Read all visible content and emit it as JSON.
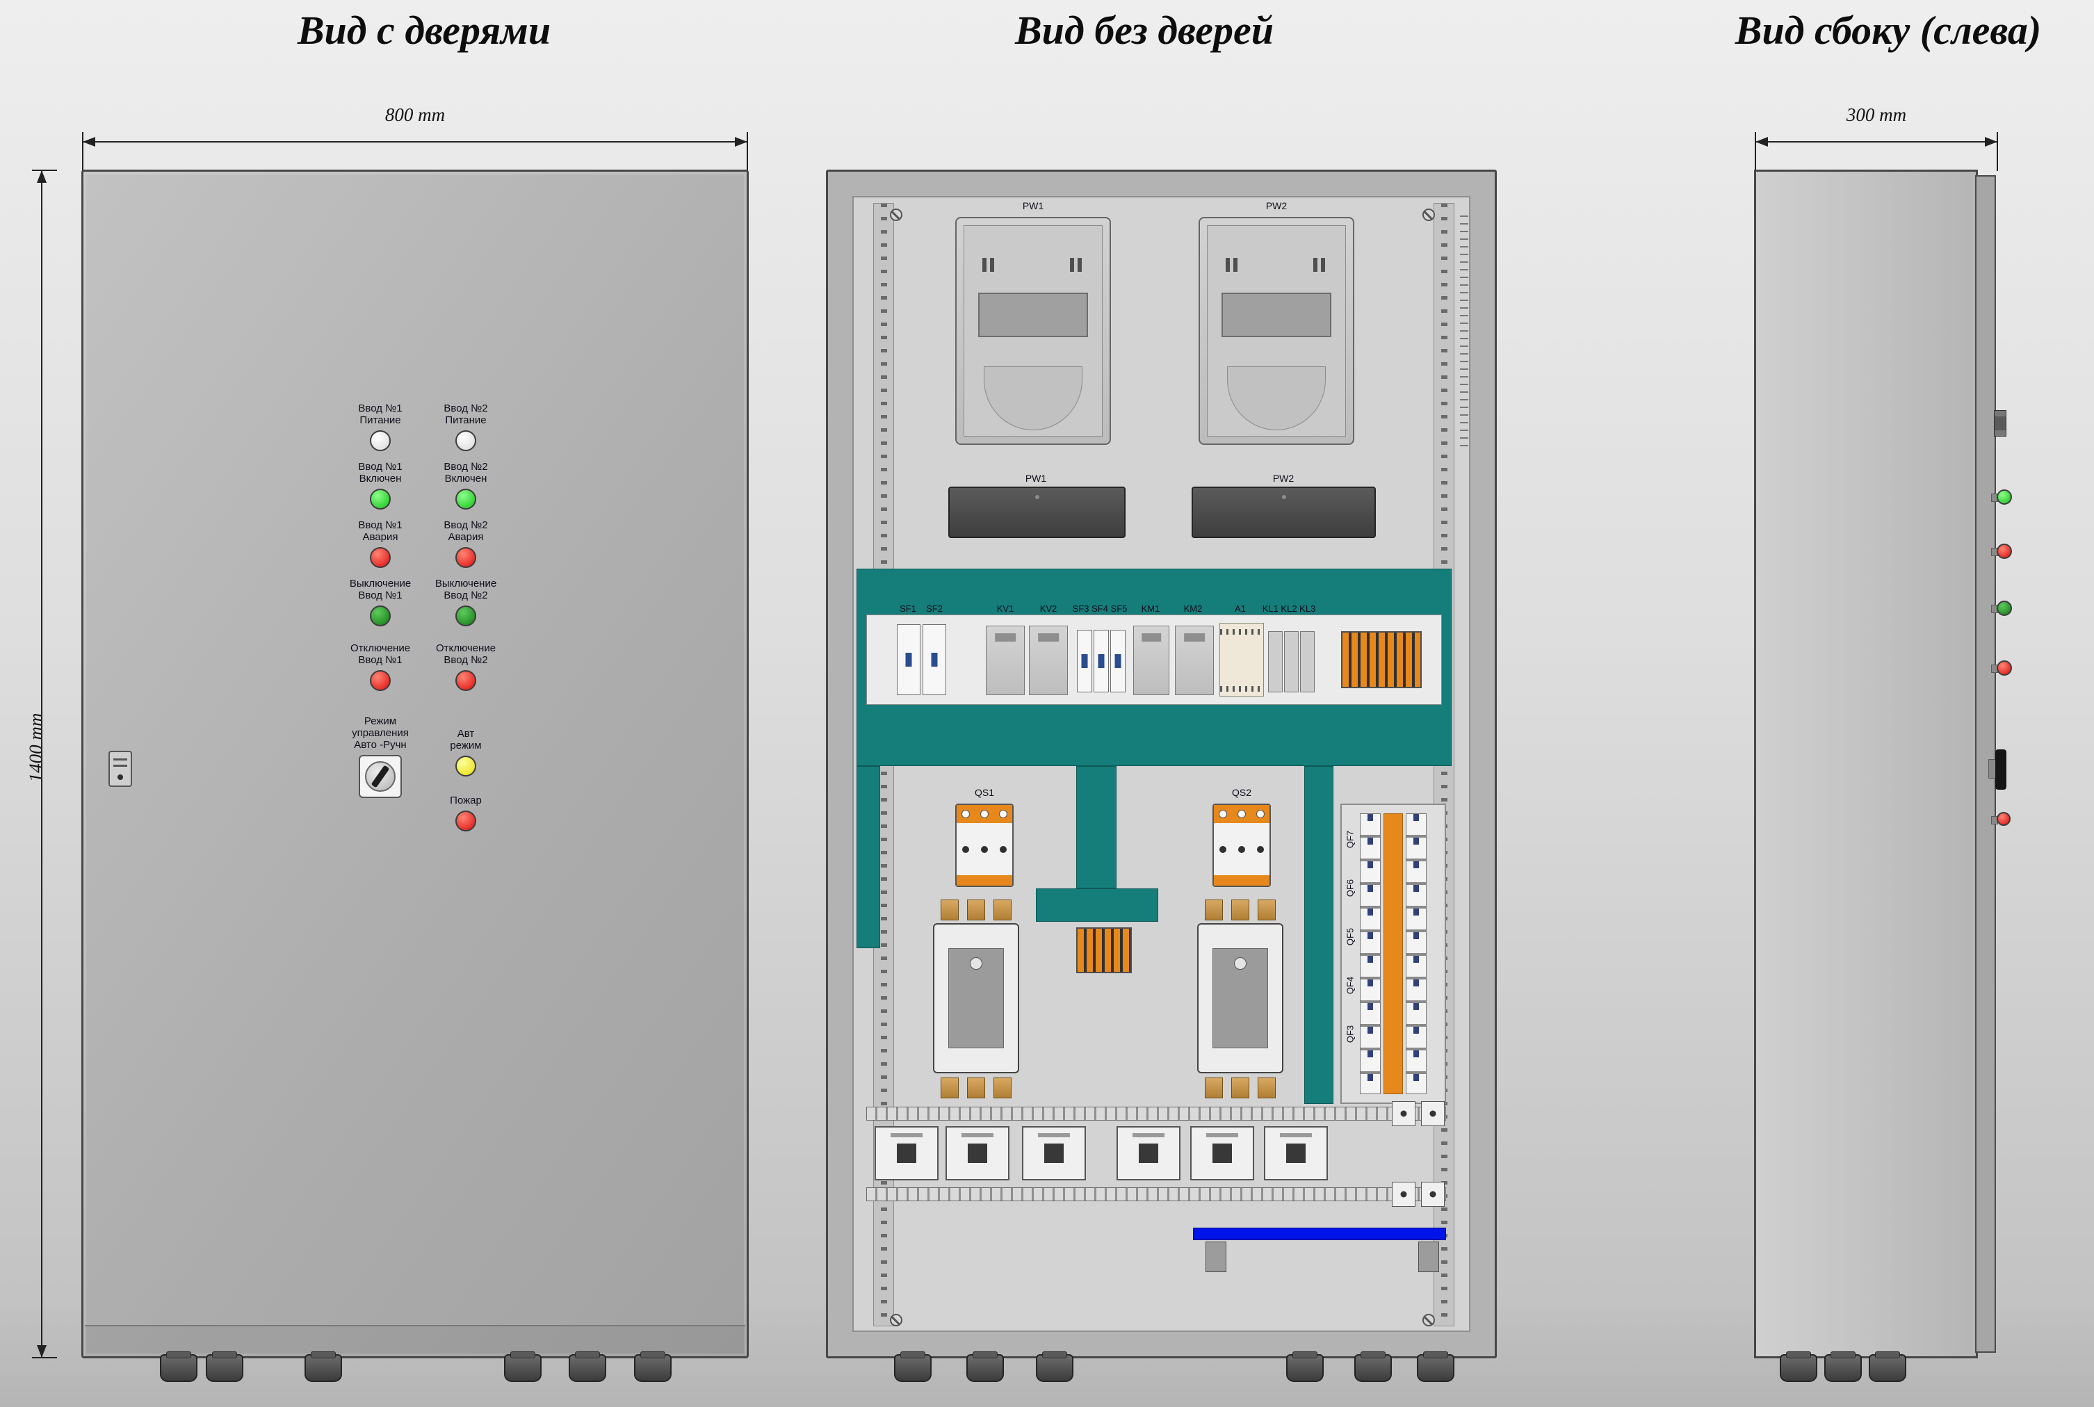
{
  "titles": {
    "door_view": "Вид с дверями",
    "internal_view": "Вид без дверей",
    "side_view": "Вид сбоку (слева)"
  },
  "dimensions": {
    "door_width": "800 mm",
    "door_height": "1400 mm",
    "side_width": "300 mm"
  },
  "door_panel": {
    "column1": [
      {
        "label": "Ввод №1\nПитание",
        "device": "lamp",
        "color": "#f5f5f5"
      },
      {
        "label": "Ввод №1\nВключен",
        "device": "lamp",
        "color": "#21c421"
      },
      {
        "label": "Ввод №1\nАвария",
        "device": "lamp",
        "color": "#e01010"
      },
      {
        "label": "Выключение\nВвод №1",
        "device": "button",
        "color": "#188018"
      },
      {
        "label": "Отключение\nВвод №1",
        "device": "button",
        "color": "#e01010"
      },
      {
        "label": "Режим\nуправления\nАвто -Ручн",
        "device": "selector-switch"
      }
    ],
    "column2": [
      {
        "label": "Ввод №2\nПитание",
        "device": "lamp",
        "color": "#f5f5f5"
      },
      {
        "label": "Ввод №2\nВключен",
        "device": "lamp",
        "color": "#21c421"
      },
      {
        "label": "Ввод №2\nАвария",
        "device": "lamp",
        "color": "#e01010"
      },
      {
        "label": "Выключение\nВвод №2",
        "device": "button",
        "color": "#188018"
      },
      {
        "label": "Отключение\nВвод №2",
        "device": "button",
        "color": "#e01010"
      },
      {
        "label": "Авт\nрежим",
        "device": "lamp",
        "color": "#f0e80c"
      },
      {
        "label": "Пожар",
        "device": "lamp",
        "color": "#e01010"
      }
    ]
  },
  "internal": {
    "meter_labels": [
      "PW1",
      "PW2"
    ],
    "panel_labels": [
      "PW1",
      "PW2"
    ],
    "din_labels": [
      "SF1",
      "SF2",
      "KV1",
      "KV2",
      "SF3 SF4 SF5",
      "KM1",
      "KM2",
      "A1",
      "KL1 KL2 KL3"
    ],
    "qs_labels": [
      "QS1",
      "QS2"
    ],
    "qf_labels": [
      "QF7",
      "QF6",
      "QF5",
      "QF4",
      "QF3"
    ]
  },
  "colors": {
    "teal_panel": "#157d7a",
    "orange_terminal": "#e6881c",
    "blue_bus": "#0013e8",
    "lamp_white": "#f5f5f5",
    "lamp_green": "#21c421",
    "lamp_red": "#e01010",
    "lamp_dark_green": "#188018",
    "lamp_yellow": "#f0e80c"
  }
}
